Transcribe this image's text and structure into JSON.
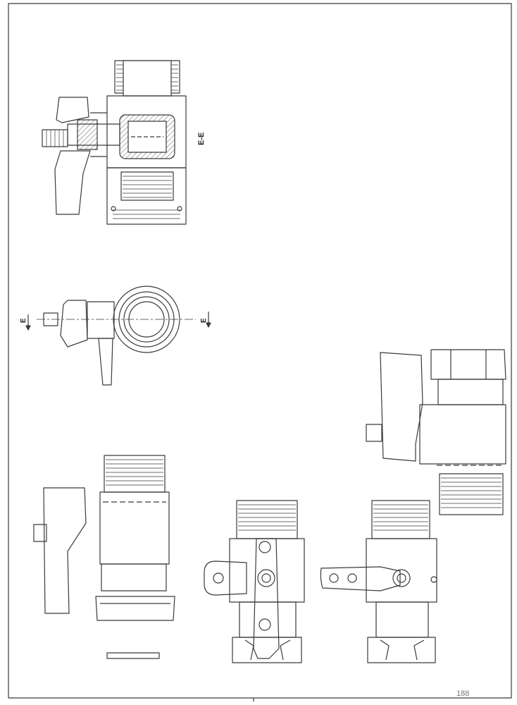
{
  "drawing": {
    "section_title": "E-E",
    "cut_marker_left": "E",
    "cut_marker_right": "E",
    "page_number": "188"
  },
  "colors": {
    "line": "#3a3a3a",
    "paper": "#ffffff"
  }
}
